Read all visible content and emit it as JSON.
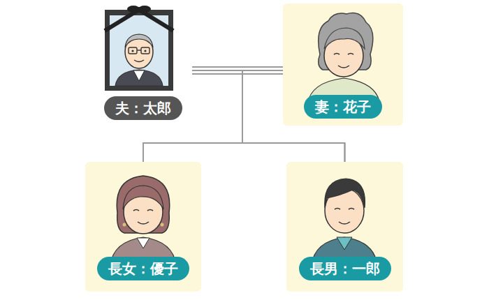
{
  "diagram": {
    "nodes": [
      {
        "text": [
          "夫：太郎"
        ]
      },
      {
        "text": [
          "妻：花子"
        ]
      },
      {
        "text": [
          "長女：優子"
        ]
      },
      {
        "text": [
          "長男：一郎"
        ]
      }
    ],
    "edges": [
      {
        "from": 0,
        "to": 1,
        "arrow": "none"
      },
      {
        "from": 0,
        "to": 2,
        "arrow": "none"
      },
      {
        "from": 0,
        "to": 3,
        "arrow": "none"
      },
      {
        "from": 1,
        "to": 2,
        "arrow": "none"
      },
      {
        "from": 1,
        "to": 3,
        "arrow": "none"
      }
    ]
  }
}
